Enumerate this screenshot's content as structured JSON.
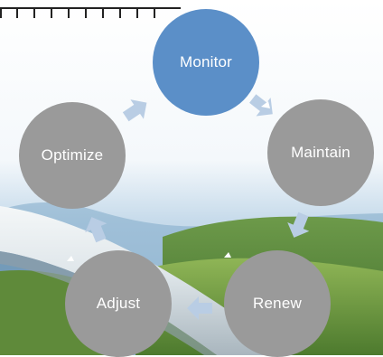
{
  "diagram": {
    "type": "cycle",
    "nodes": [
      {
        "id": "monitor",
        "label": "Monitor",
        "color": "#5b8fc8"
      },
      {
        "id": "maintain",
        "label": "Maintain",
        "color": "#9a9a9a"
      },
      {
        "id": "renew",
        "label": "Renew",
        "color": "#9a9a9a"
      },
      {
        "id": "adjust",
        "label": "Adjust",
        "color": "#9a9a9a"
      },
      {
        "id": "optimize",
        "label": "Optimize",
        "color": "#9a9a9a"
      }
    ],
    "arrow_color": "#b9cde4",
    "background": "photo of a pipeline running through green hills under a blue sky"
  }
}
